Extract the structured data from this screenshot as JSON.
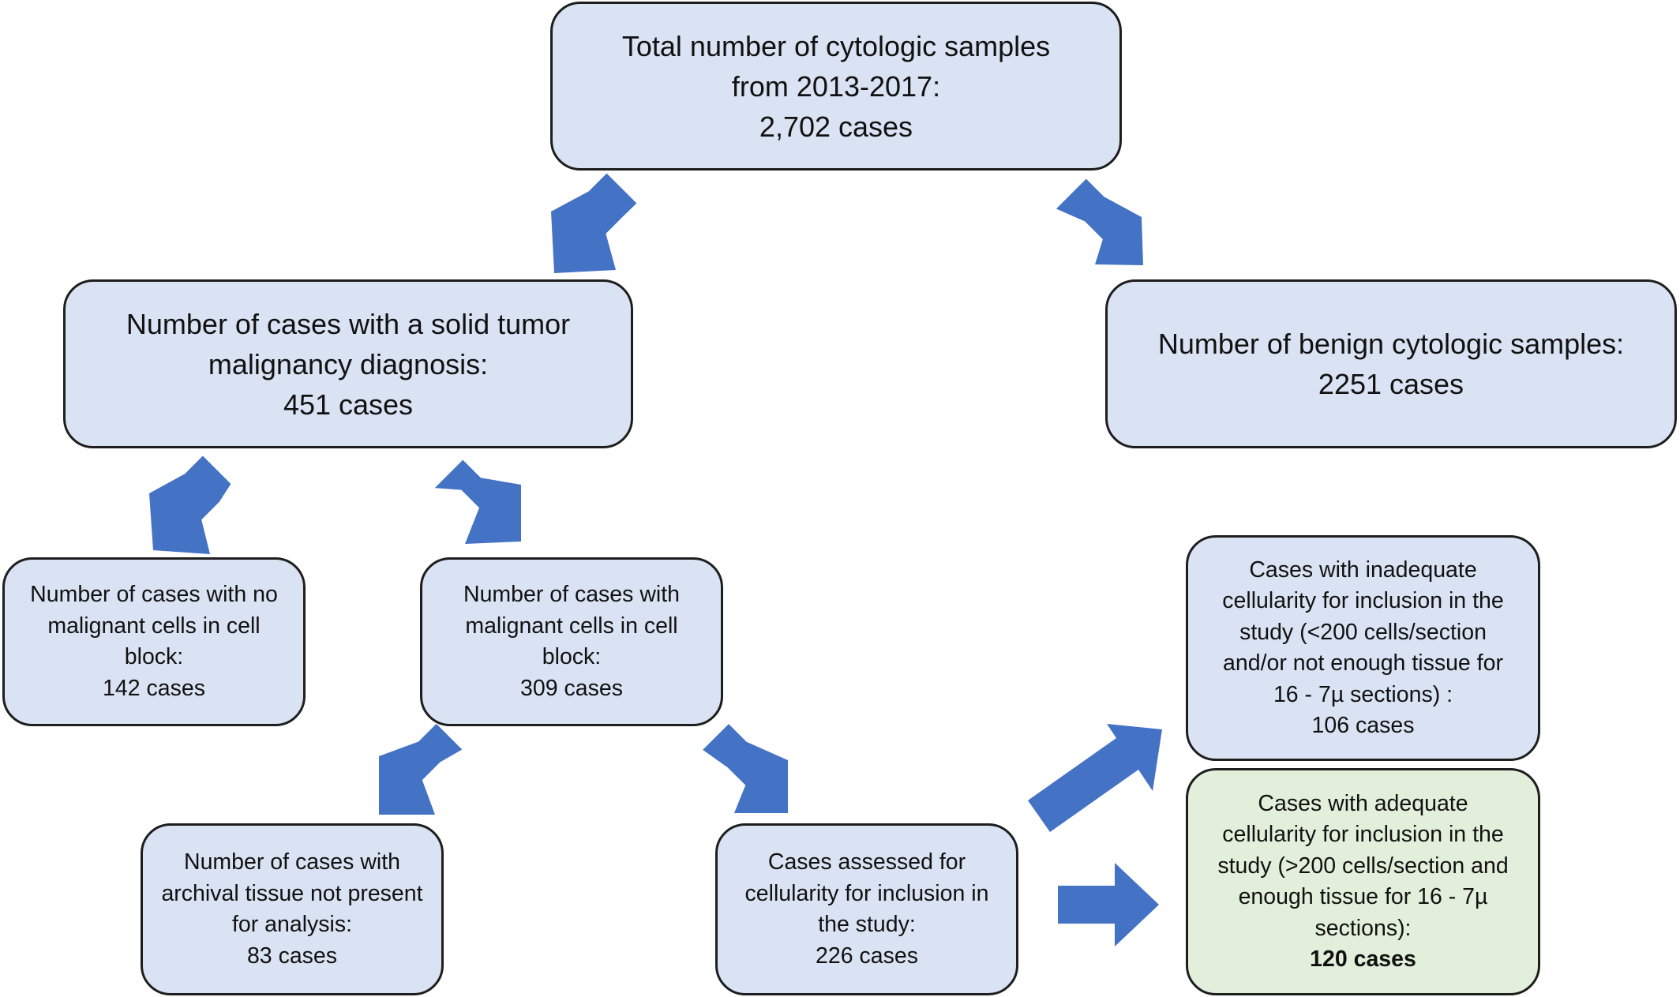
{
  "colors": {
    "box_fill": "#dae3f3",
    "box_fill_final": "#e2efda",
    "box_border": "#1e1e1e",
    "arrow": "#4472c4"
  },
  "boxes": {
    "total": {
      "lines": [
        "Total number of cytologic samples",
        "from 2013-2017:",
        "2,702 cases"
      ]
    },
    "solid": {
      "lines": [
        "Number of cases with a solid tumor",
        "malignancy diagnosis:",
        "451 cases"
      ]
    },
    "benign": {
      "lines": [
        "Number of benign cytologic samples:",
        "2251 cases"
      ]
    },
    "no_malignant": {
      "lines": [
        "Number of cases with no",
        "malignant cells in cell",
        "block:",
        "142 cases"
      ]
    },
    "malignant": {
      "lines": [
        "Number of cases with",
        "malignant cells in cell",
        "block:",
        "309 cases"
      ]
    },
    "inadequate": {
      "lines": [
        "Cases with inadequate",
        "cellularity for inclusion in the",
        "study (<200 cells/section",
        "and/or not enough tissue for",
        "16 - 7µ sections) :",
        "106 cases"
      ]
    },
    "archival": {
      "lines": [
        "Number of cases with",
        "archival tissue not present",
        "for analysis:",
        "83 cases"
      ]
    },
    "assessed": {
      "lines": [
        "Cases assessed for",
        "cellularity for inclusion in",
        "the study:",
        "226 cases"
      ]
    },
    "adequate": {
      "lines": [
        "Cases with adequate",
        "cellularity for inclusion in the",
        "study (>200 cells/section and",
        "enough tissue for 16 - 7µ",
        "sections):",
        "120 cases"
      ]
    }
  }
}
